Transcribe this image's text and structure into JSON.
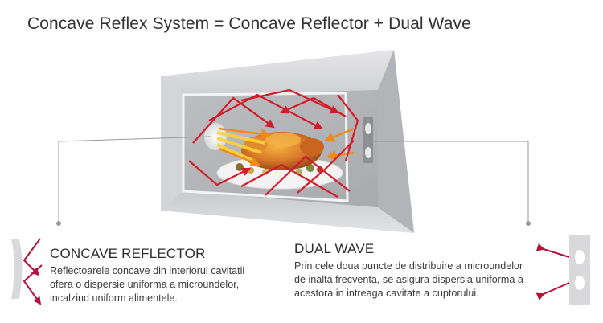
{
  "title": "Concave Reflex System = Concave Reflector + Dual Wave",
  "concave_reflector": {
    "heading": "CONCAVE REFLECTOR",
    "lines": [
      "Reflectoarele concave din interiorul cavitatii",
      "ofera o dispersie uniforma a microundelor,",
      "incalzind uniform alimentele."
    ]
  },
  "dual_wave": {
    "heading": "DUAL WAVE",
    "lines": [
      "Prin cele doua puncte de distribuire a microundelor",
      "de inalta frecventa, se asigura dispersia uniforma a",
      "acestora in intreaga cavitate a cuptorului."
    ]
  },
  "colors": {
    "beam_red": "#d21c2a",
    "beam_orange": "#f08a1c",
    "beam_yellow": "#ffd23a",
    "cavity_grey": "#cfd0d2",
    "icon_red": "#b5123a"
  },
  "icons": [
    "concave-reflector-icon",
    "dual-wave-port-icon"
  ]
}
